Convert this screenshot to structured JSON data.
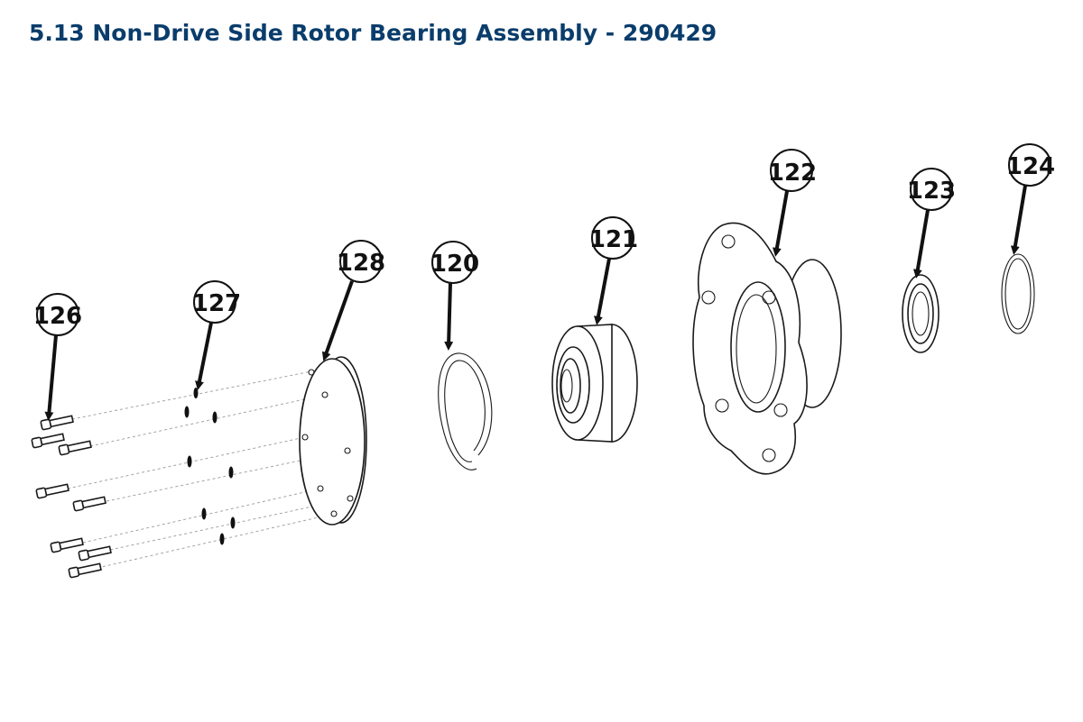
{
  "page": {
    "title": "5.13 Non-Drive Side Rotor Bearing Assembly - 290429"
  },
  "colors": {
    "title": "#0a3d6b",
    "line": "#1a1a1a"
  },
  "callouts": [
    {
      "id": "126",
      "label": "126"
    },
    {
      "id": "127",
      "label": "127"
    },
    {
      "id": "128",
      "label": "128"
    },
    {
      "id": "120",
      "label": "120"
    },
    {
      "id": "121",
      "label": "121"
    },
    {
      "id": "122",
      "label": "122"
    },
    {
      "id": "123",
      "label": "123"
    },
    {
      "id": "124",
      "label": "124"
    }
  ]
}
